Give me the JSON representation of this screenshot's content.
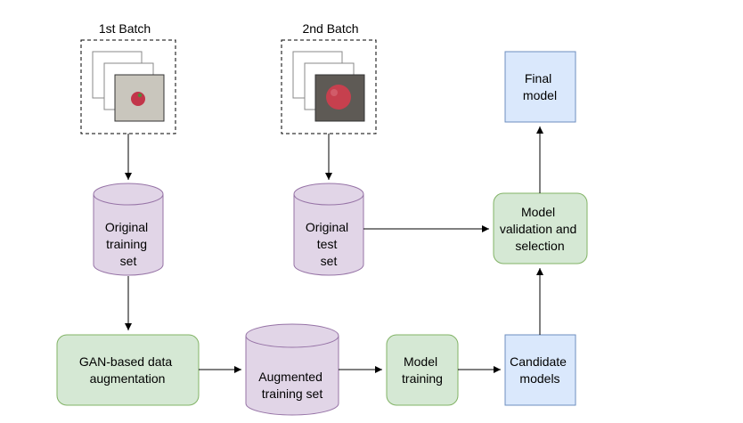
{
  "batches": [
    {
      "label": "1st Batch",
      "photo_fill": "#c9c6bd",
      "object_fill": "#c2354a"
    },
    {
      "label": "2nd Batch",
      "photo_fill": "#5e5a55",
      "object_fill": "#c6404e"
    }
  ],
  "nodes": {
    "original_training_set": {
      "lines": [
        "Original",
        "training",
        "set"
      ]
    },
    "original_test_set": {
      "lines": [
        "Original",
        "test",
        "set"
      ]
    },
    "gan_augmentation": {
      "lines": [
        "GAN-based data",
        "augmentation"
      ]
    },
    "augmented_training_set": {
      "lines": [
        "Augmented",
        "training set"
      ]
    },
    "model_training": {
      "lines": [
        "Model",
        "training"
      ]
    },
    "candidate_models": {
      "lines": [
        "Candidate",
        "models"
      ]
    },
    "model_validation": {
      "lines": [
        "Model",
        "validation and",
        "selection"
      ]
    },
    "final_model": {
      "lines": [
        "Final",
        "model"
      ]
    }
  },
  "colors": {
    "cylinder_fill": "#e1d5e7",
    "cylinder_stroke": "#9673a6",
    "process_fill": "#d5e8d4",
    "process_stroke": "#82b366",
    "model_fill": "#dae8fc",
    "model_stroke": "#6c8ebf",
    "edge": "#000000"
  }
}
